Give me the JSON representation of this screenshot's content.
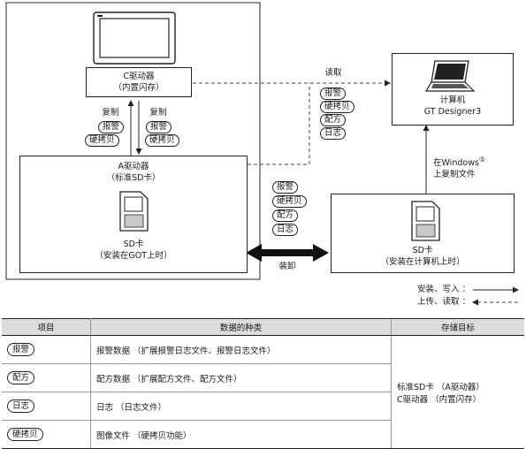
{
  "diagram": {
    "c_drive": {
      "title": "C驱动器",
      "sub": "（内置闪存）"
    },
    "a_drive": {
      "title": "A驱动器",
      "sub": "（标准SD卡）"
    },
    "sd_got": {
      "title": "SD卡",
      "sub": "（安装在GOT上时）"
    },
    "sd_pc": {
      "title": "SD卡",
      "sub": "（安装在计算机上时）"
    },
    "pc": {
      "title": "计算机",
      "sub": "GT Designer3"
    },
    "copy_left": {
      "label": "复制",
      "items": [
        "报警",
        "硬拷贝"
      ]
    },
    "copy_right": {
      "label": "复制",
      "items": [
        "报警",
        "硬拷贝"
      ]
    },
    "read": {
      "label": "读取",
      "items": [
        "报警",
        "硬拷贝",
        "配方",
        "日志"
      ]
    },
    "middle_items": [
      "报警",
      "硬拷贝",
      "配方",
      "日志"
    ],
    "mount_label": "装卸",
    "windows_copy": {
      "line1": "在Windows",
      "line1_marker": "⑤",
      "line2": "上复制文件"
    },
    "legend": {
      "solid": "安装、写入 ：",
      "dashed": "上传、读取 ："
    }
  },
  "table": {
    "headers": [
      "项目",
      "数据的种类",
      "存储目标"
    ],
    "rows": [
      {
        "item": "报警",
        "kind": "报警数据 （扩展报警日志文件、报警日志文件）"
      },
      {
        "item": "配方",
        "kind": "配方数据 （扩展配方文件、配方文件）"
      },
      {
        "item": "日志",
        "kind": "日志 （日志文件）"
      },
      {
        "item": "硬拷贝",
        "kind": "图像文件 （硬拷贝功能）"
      }
    ],
    "target_line1": "标准SD卡 （A驱动器）",
    "target_line2": "C驱动器 （内置闪存）"
  }
}
